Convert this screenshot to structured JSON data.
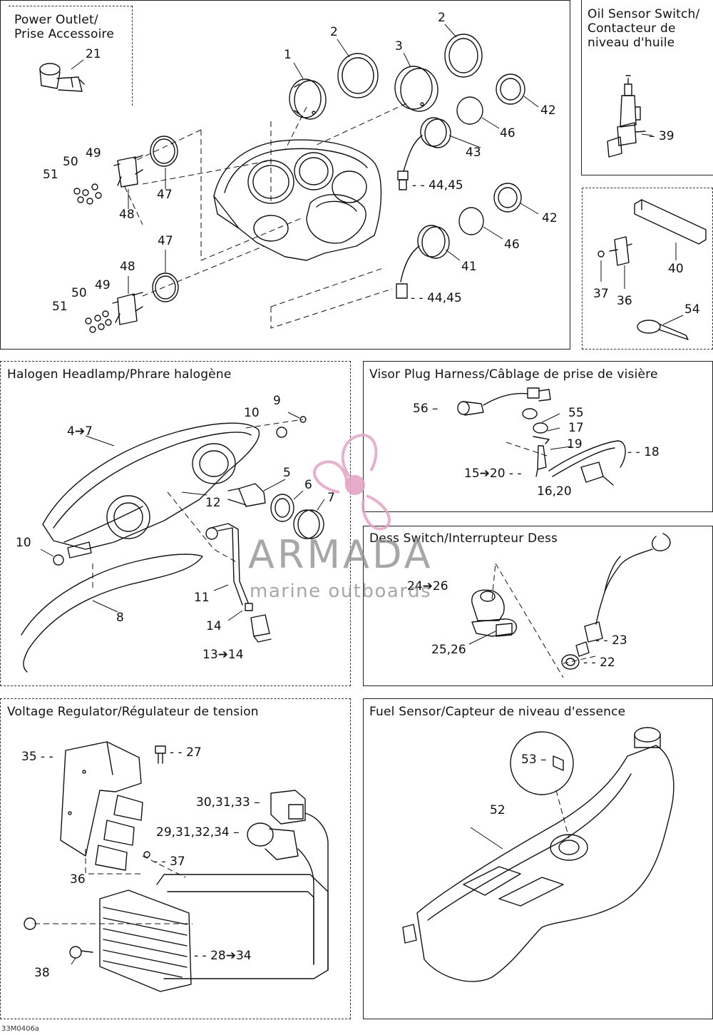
{
  "panels": {
    "instrument": {},
    "oil_sensor": {
      "title_lines": [
        "Oil Sensor Switch/",
        "Contacteur de",
        "niveau d'huile"
      ]
    },
    "power_outlet": {
      "title_lines": [
        "Power Outlet/",
        "Prise Accessoire"
      ]
    },
    "cable_ties": {},
    "headlamp": {
      "title": "Halogen Headlamp/Phrare halogène"
    },
    "visor": {
      "title": "Visor Plug Harness/Câblage de prise de visière"
    },
    "dess": {
      "title": "Dess Switch/Interrupteur Dess"
    },
    "regulator": {
      "title": "Voltage Regulator/Régulateur de tension"
    },
    "fuel": {
      "title": "Fuel Sensor/Capteur de niveau d'essence"
    }
  },
  "callouts": {
    "power_outlet": [
      "21"
    ],
    "instrument": [
      "1",
      "2",
      "2",
      "3",
      "42",
      "46",
      "43",
      "44,45",
      "42",
      "46",
      "41",
      "44,45",
      "47",
      "48",
      "49",
      "50",
      "51",
      "47",
      "48",
      "49",
      "50",
      "51"
    ],
    "oil_sensor": [
      "39"
    ],
    "cable_ties": [
      "40",
      "37",
      "36",
      "54"
    ],
    "headlamp": [
      "9",
      "10",
      "4➔7",
      "5",
      "6",
      "7",
      "12",
      "10",
      "11",
      "8",
      "14",
      "13➔14"
    ],
    "visor": [
      "56",
      "55",
      "17",
      "19",
      "18",
      "15➔20",
      "16,20"
    ],
    "dess": [
      "24➔26",
      "23",
      "25,26",
      "22"
    ],
    "regulator": [
      "35",
      "27",
      "30,31,33",
      "29,31,32,34",
      "37",
      "36",
      "28➔34",
      "38"
    ],
    "fuel": [
      "53",
      "52"
    ]
  },
  "watermark": {
    "brand": "ARMADA",
    "tagline": "marine outboards",
    "logo_color": "#e4a3c4",
    "text_color": "#8a8a8a"
  },
  "footer": {
    "code": "33M0406a"
  }
}
